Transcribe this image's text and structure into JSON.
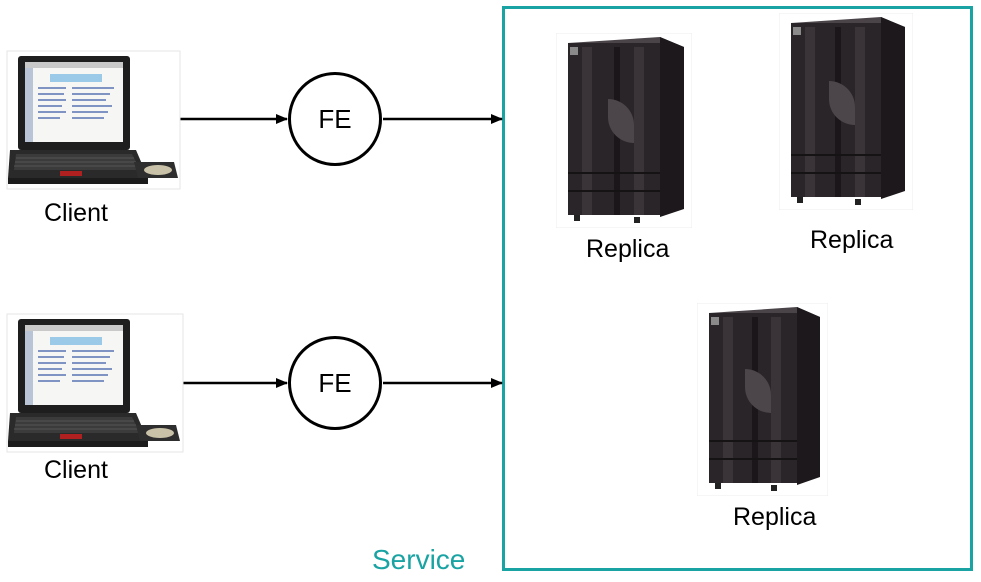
{
  "diagram": {
    "colors": {
      "service_border": "#1aa3a3",
      "service_text": "#1aa3a3",
      "line": "#000000",
      "server_body": "#2a2528",
      "laptop_body": "#1e1e1e"
    },
    "service_label": "Service",
    "clients": [
      {
        "label": "Client",
        "icon": "laptop-icon"
      },
      {
        "label": "Client",
        "icon": "laptop-icon"
      }
    ],
    "front_ends": [
      {
        "label": "FE"
      },
      {
        "label": "FE"
      }
    ],
    "replicas": [
      {
        "label": "Replica",
        "icon": "server-tower-icon"
      },
      {
        "label": "Replica",
        "icon": "server-tower-icon"
      },
      {
        "label": "Replica",
        "icon": "server-tower-icon"
      }
    ]
  }
}
